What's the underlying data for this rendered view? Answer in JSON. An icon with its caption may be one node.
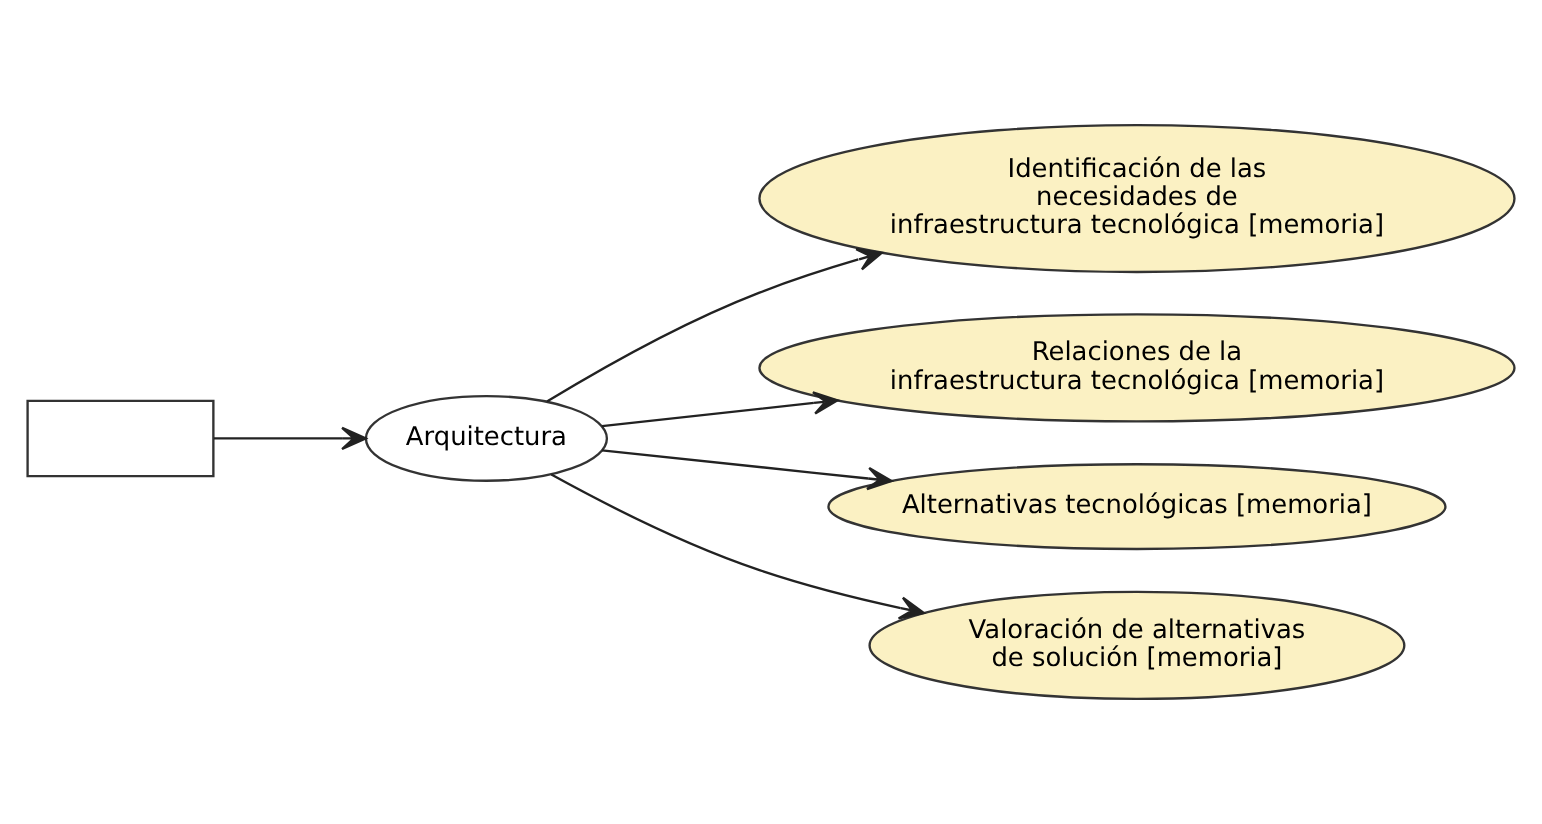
{
  "diagram": {
    "nodes": [
      {
        "text": [],
        "shape": "box"
      },
      {
        "text": [
          "Arquitectura"
        ]
      },
      {
        "text": [
          "Identificación de las necesidades de infraestructura tecnológica [memoria]"
        ]
      },
      {
        "text": [
          "Relaciones de la infraestructura tecnológica [memoria]"
        ]
      },
      {
        "text": [
          "Alternativas tecnológicas [memoria]"
        ]
      },
      {
        "text": [
          "Valoración de alternativas de solución [memoria]"
        ]
      }
    ],
    "edges": [
      {
        "from": 0,
        "to": 1,
        "arrow": "to"
      },
      {
        "from": 1,
        "to": 2,
        "arrow": "to"
      },
      {
        "from": 1,
        "to": 3,
        "arrow": "to"
      },
      {
        "from": 1,
        "to": 4,
        "arrow": "to"
      },
      {
        "from": 1,
        "to": 5,
        "arrow": "to"
      }
    ]
  }
}
